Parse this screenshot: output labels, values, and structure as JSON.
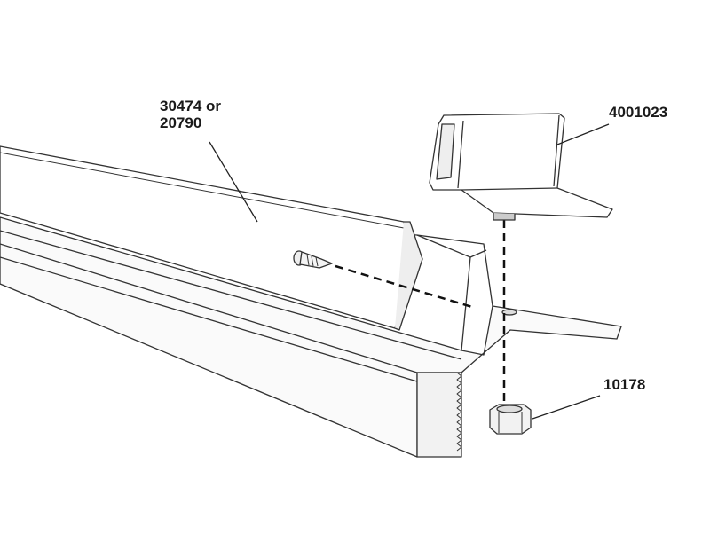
{
  "labels": {
    "cover_strip": {
      "line1": "30474 or",
      "line2": "20790"
    },
    "clip": "4001023",
    "nut": "10178"
  },
  "colors": {
    "line": "#333333",
    "fill": "#ffffff",
    "shade": "#e8e8e8"
  }
}
